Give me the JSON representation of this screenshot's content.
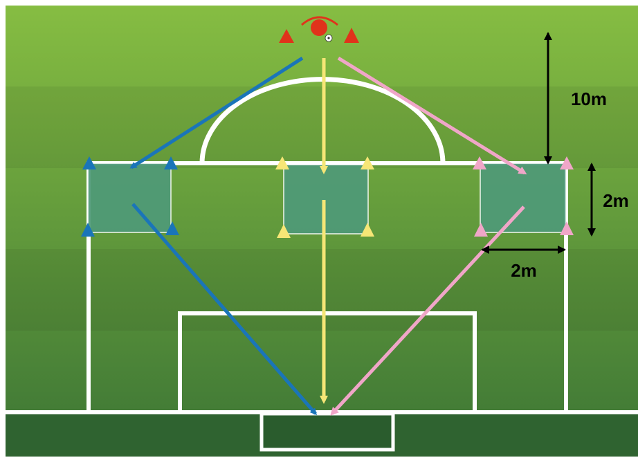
{
  "dimensions": {
    "vertical_10m": "10m",
    "vertical_2m": "2m",
    "horizontal_2m": "2m"
  },
  "colors": {
    "grass_light": "#7fb83f",
    "grass_mid": "#5e9b3a",
    "grass_dark": "#3f7a36",
    "goal_area_fill": "#2f6a32",
    "lines": "#ffffff",
    "zone_fill": "#4f9a78",
    "blue": "#1a75b9",
    "yellow": "#f6e676",
    "pink": "#f0a6c8",
    "red": "#e0331b",
    "arrow_black": "#000000"
  },
  "icons": {
    "player": "player-icon",
    "ball": "soccer-ball-icon",
    "cone": "cone-icon"
  }
}
